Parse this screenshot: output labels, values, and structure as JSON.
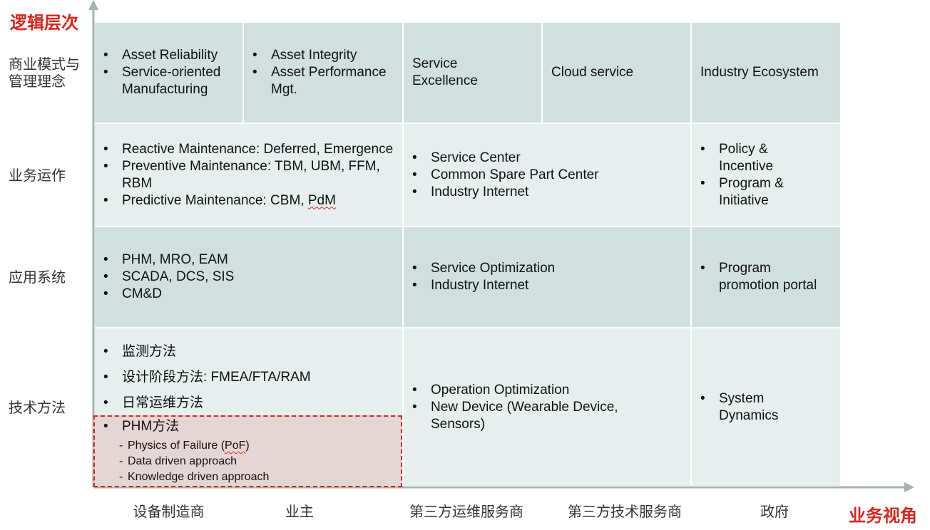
{
  "axes": {
    "y_title": "逻辑层次",
    "x_title": "业务视角"
  },
  "rows": [
    "商业模式与管理理念",
    "业务运作",
    "应用系统",
    "技术方法"
  ],
  "columns": [
    "设备制造商",
    "业主",
    "第三方运维服务商",
    "第三方技术服务商",
    "政府"
  ],
  "business_model": {
    "manufacturer": [
      "Asset Reliability",
      "Service-oriented Manufacturing"
    ],
    "owner": [
      "Asset Integrity",
      "Asset Performance Mgt."
    ],
    "third_party_om": "Service Excellence",
    "third_party_tech": "Cloud service",
    "government": "Industry Ecosystem"
  },
  "operations": {
    "left": [
      "Reactive Maintenance: Deferred, Emergence",
      "Preventive Maintenance: TBM, UBM, FFM, RBM"
    ],
    "left_last_prefix": "Predictive Maintenance: CBM, ",
    "left_last_underlined": "PdM",
    "middle": [
      "Service Center",
      "Common Spare Part Center",
      "Industry Internet"
    ],
    "right": [
      "Policy & Incentive",
      "Program & Initiative"
    ]
  },
  "application": {
    "left": [
      "PHM, MRO, EAM",
      "SCADA, DCS, SIS",
      "CM&D"
    ],
    "middle": [
      "Service Optimization",
      "Industry Internet"
    ],
    "right": [
      "Program promotion portal"
    ]
  },
  "technique": {
    "left": [
      "监测方法",
      "设计阶段方法: FMEA/FTA/RAM",
      "日常运维方法"
    ],
    "phm_title": "PHM方法",
    "phm_sub_1_prefix": "Physics of Failure (",
    "phm_sub_1_underlined": "PoF",
    "phm_sub_1_suffix": ")",
    "phm_sub_2": "Data driven approach",
    "phm_sub_3": "Knowledge driven approach",
    "middle": [
      "Operation Optimization",
      "New Device (Wearable Device, Sensors)"
    ],
    "right": [
      "System Dynamics"
    ]
  },
  "colors": {
    "accent": "#d9251d",
    "cell_dark": "#d1dfdf",
    "cell_light": "#e6eeee",
    "phm_box": "#e5d6d6",
    "axis": "#a6b2aa"
  }
}
